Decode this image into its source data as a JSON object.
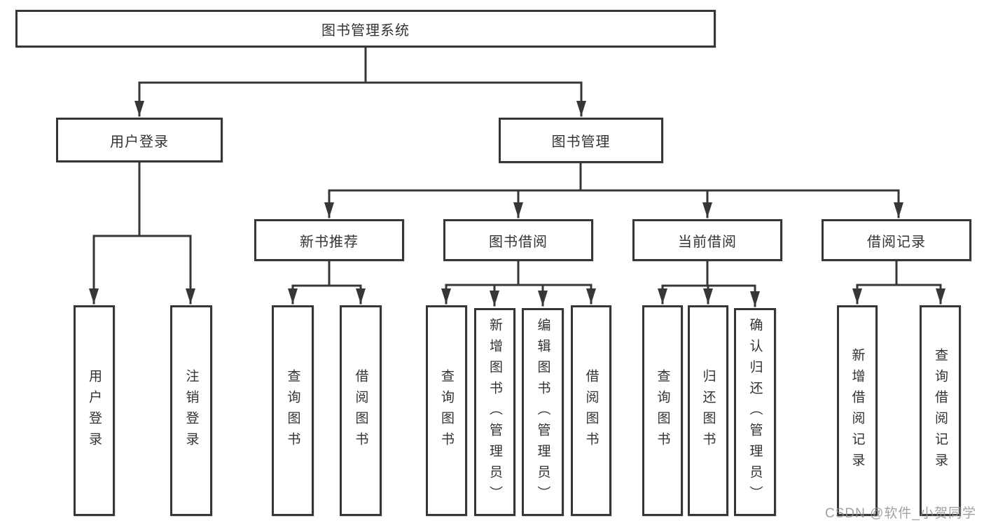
{
  "colors": {
    "line": "#373737",
    "box_border": "#373737",
    "text": "#333333",
    "watermark": "#919191"
  },
  "watermark": {
    "text": "CSDN @软件_小贺同学"
  },
  "root": {
    "label": "图书管理系统"
  },
  "user_login": {
    "label": "用户登录",
    "children": [
      {
        "label": "用户登录"
      },
      {
        "label": "注销登录"
      }
    ]
  },
  "book_mgmt": {
    "label": "图书管理",
    "sections": [
      {
        "label": "新书推荐",
        "children": [
          {
            "label": "查询图书"
          },
          {
            "label": "借阅图书"
          }
        ]
      },
      {
        "label": "图书借阅",
        "children": [
          {
            "label": "查询图书"
          },
          {
            "label": "新增图书（管理员）"
          },
          {
            "label": "编辑图书（管理员）"
          },
          {
            "label": "借阅图书"
          }
        ]
      },
      {
        "label": "当前借阅",
        "children": [
          {
            "label": "查询图书"
          },
          {
            "label": "归还图书"
          },
          {
            "label": "确认归还（管理员）"
          }
        ]
      },
      {
        "label": "借阅记录",
        "children": [
          {
            "label": "新增借阅记录"
          },
          {
            "label": "查询借阅记录"
          }
        ]
      }
    ]
  }
}
